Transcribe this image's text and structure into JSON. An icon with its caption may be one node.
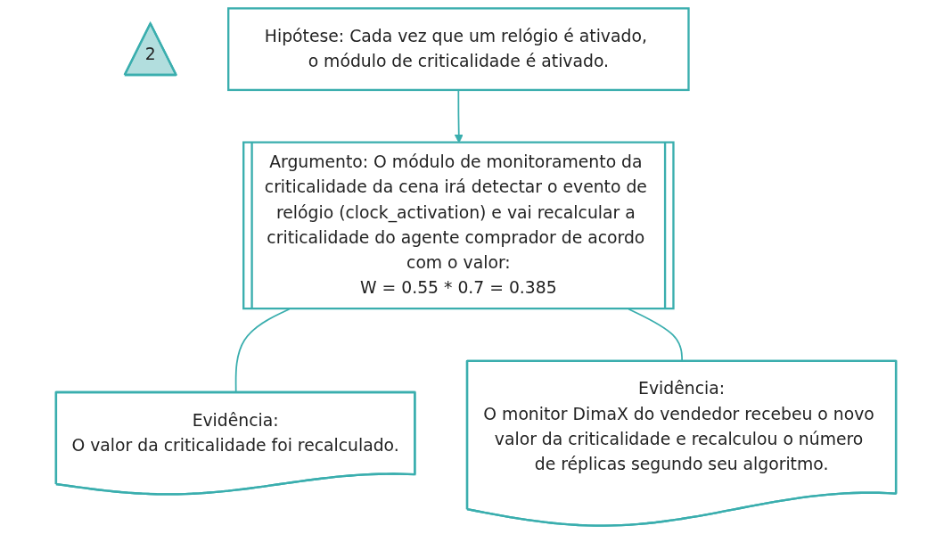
{
  "diagram": {
    "nodes": [
      {
        "text": [
          "2"
        ]
      },
      {
        "text": [
          "Hipótese: Cada vez que um relógio é ativado, o módulo de criticalidade é ativado."
        ]
      },
      {
        "text": [
          "Argumento: O módulo de monitoramento da criticalidade da cena irá detectar o evento de relógio (clock_activation) e vai recalcular a criticalidade do agente comprador de acordo com o valor:",
          "W = 0.55 * 0.7 = 0.385"
        ]
      },
      {
        "text": [
          "Evidência:",
          "O valor da criticalidade foi recalculado."
        ]
      },
      {
        "text": [
          "Evidência:",
          "O monitor DimaX do vendedor recebeu o novo valor da criticalidade e recalculou o número de réplicas segundo seu algoritmo."
        ]
      }
    ],
    "edges": [
      {
        "from": 1,
        "to": 2,
        "arrow": "to"
      },
      {
        "from": 2,
        "to": 3,
        "arrow": "none"
      },
      {
        "from": 2,
        "to": 4,
        "arrow": "none"
      }
    ]
  }
}
